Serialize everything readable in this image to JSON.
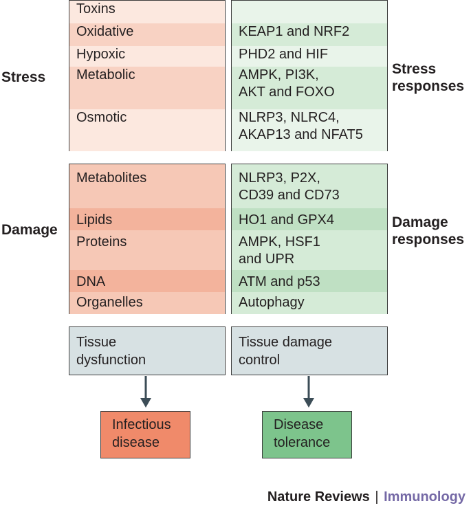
{
  "stress_label": "Stress",
  "stress_responses_label": [
    "Stress",
    "responses"
  ],
  "damage_label": "Damage",
  "damage_responses_label": [
    "Damage",
    "responses"
  ],
  "stress_types": [
    "Toxins",
    "Oxidative",
    "Hypoxic",
    "Metabolic",
    "Osmotic"
  ],
  "stress_response_items": [
    [
      ""
    ],
    [
      "KEAP1 and NRF2"
    ],
    [
      "PHD2 and HIF"
    ],
    [
      "AMPK, PI3K,",
      "AKT and FOXO"
    ],
    [
      "NLRP3, NLRC4,",
      "AKAP13 and NFAT5"
    ]
  ],
  "damage_types": [
    "Metabolites",
    "Lipids",
    "Proteins",
    "DNA",
    "Organelles"
  ],
  "damage_response_items": [
    [
      "NLRP3, P2X,",
      "CD39 and CD73"
    ],
    [
      "HO1 and GPX4"
    ],
    [
      "AMPK, HSF1",
      "and UPR"
    ],
    [
      "ATM and p53"
    ],
    [
      "Autophagy"
    ]
  ],
  "tissue_dysfunction": [
    "Tissue",
    "dysfunction"
  ],
  "tissue_damage_control": [
    "Tissue damage",
    "control"
  ],
  "infectious_disease": [
    "Infectious",
    "disease"
  ],
  "disease_tolerance": [
    "Disease",
    "tolerance"
  ],
  "footer": {
    "journal": "Nature Reviews",
    "separator": "|",
    "section": "Immunology"
  },
  "colors": {
    "stress_rows": [
      "#fce8df",
      "#f8d2c3",
      "#fce8df",
      "#f8d2c3",
      "#fce8df"
    ],
    "stress_response_rows": [
      "#e9f4ea",
      "#d5ebd7",
      "#e9f4ea",
      "#d5ebd7",
      "#e9f4ea"
    ],
    "damage_rows": [
      "#f6c8b6",
      "#f3b39c",
      "#f6c8b6",
      "#f3b39c",
      "#f6c8b6"
    ],
    "damage_response_rows": [
      "#d5ebd7",
      "#bfe0c3",
      "#d5ebd7",
      "#bfe0c3",
      "#d5ebd7"
    ],
    "bottom_boxes": "#d7e1e3",
    "infectious": "#f08a6a",
    "tolerance": "#7dc48c",
    "arrow": "#3c4d57",
    "immunology_text": "#7569a6"
  }
}
